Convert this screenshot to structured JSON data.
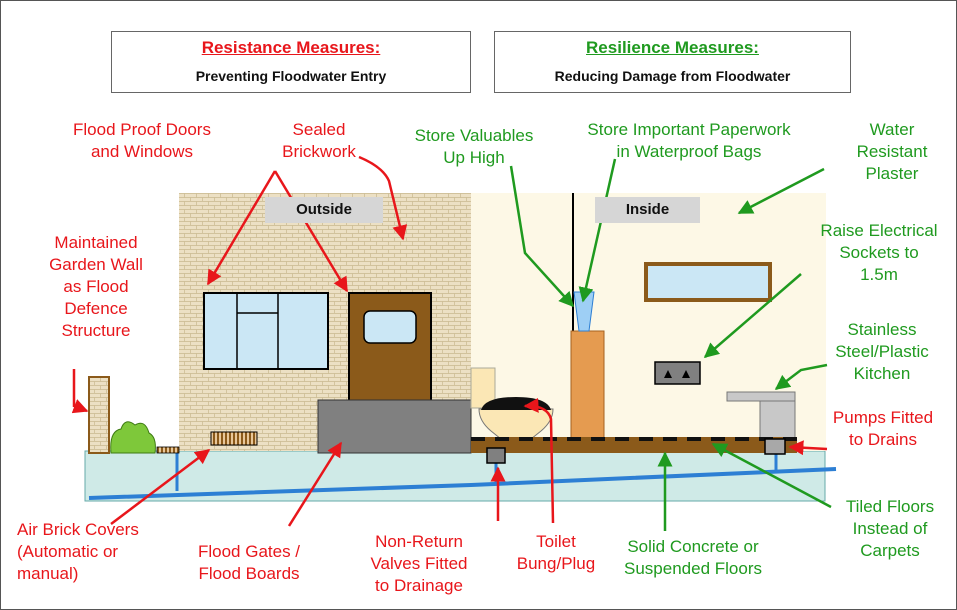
{
  "headers": {
    "resistance": {
      "title": "Resistance Measures:",
      "subtitle": "Preventing Floodwater Entry"
    },
    "resilience": {
      "title": "Resilience Measures:",
      "subtitle": "Reducing Damage from Floodwater"
    }
  },
  "zones": {
    "outside": "Outside",
    "inside": "Inside"
  },
  "labels": {
    "flood_doors": "Flood Proof Doors\nand Windows",
    "sealed_brickwork": "Sealed\nBrickwork",
    "store_valuables": "Store Valuables\nUp High",
    "store_paperwork": "Store Important Paperwork\nin Waterproof Bags",
    "water_plaster": "Water\nResistant\nPlaster",
    "garden_wall": "Maintained\nGarden Wall\nas Flood\nDefence\nStructure",
    "raise_sockets": "Raise Electrical\nSockets to\n1.5m",
    "steel_kitchen": "Stainless\nSteel/Plastic\nKitchen",
    "pumps": "Pumps Fitted\nto Drains",
    "tiled_floors": "Tiled Floors\nInstead of\nCarpets",
    "air_brick": "Air Brick Covers\n(Automatic or\nmanual)",
    "flood_gates": "Flood Gates /\nFlood Boards",
    "non_return": "Non-Return\nValves Fitted\nto Drainage",
    "toilet_bung": "Toilet\nBung/Plug",
    "solid_concrete": "Solid Concrete or\nSuspended Floors"
  },
  "colors": {
    "resistance": "#e8161b",
    "resilience": "#1f9a1f",
    "brick": "#ece0c4",
    "wall_inside": "#fdf8e6",
    "water": "#cfeae7",
    "pipe": "#2d7fd4",
    "door": "#8b5a1a",
    "floor": "#8b5a1a"
  }
}
